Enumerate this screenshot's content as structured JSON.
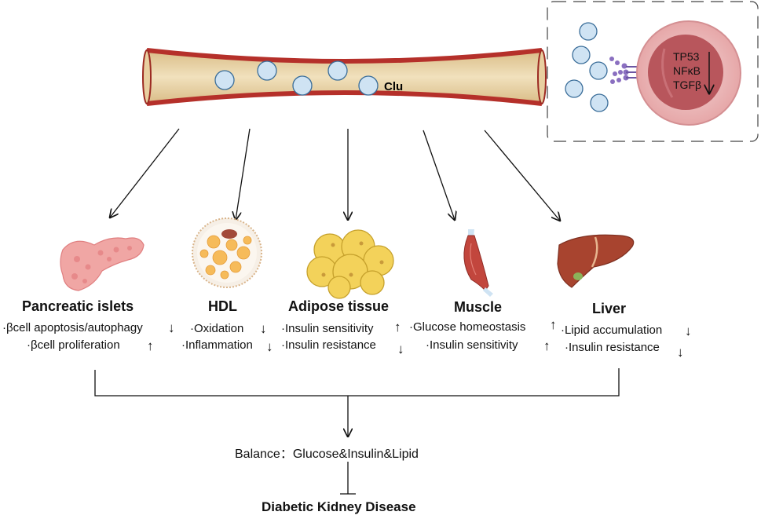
{
  "vessel": {
    "label": "Clu"
  },
  "inset": {
    "genes": [
      "TP53",
      "NFκB",
      "TGFβ"
    ]
  },
  "organs": [
    {
      "name": "Pancreatic islets",
      "effects": [
        {
          "text": "·βcell apoptosis/autophagy",
          "arrow": "↓"
        },
        {
          "text": "·βcell proliferation",
          "arrow": "↑"
        }
      ]
    },
    {
      "name": "HDL",
      "effects": [
        {
          "text": "·Oxidation",
          "arrow": "↓"
        },
        {
          "text": "·Inflammation",
          "arrow": "↓"
        }
      ]
    },
    {
      "name": "Adipose tissue",
      "effects": [
        {
          "text": "·Insulin sensitivity",
          "arrow": "↑"
        },
        {
          "text": "·Insulin resistance",
          "arrow": "↓"
        }
      ]
    },
    {
      "name": "Muscle",
      "effects": [
        {
          "text": "·Glucose homeostasis",
          "arrow": "↑"
        },
        {
          "text": "·Insulin sensitivity",
          "arrow": "↑"
        }
      ]
    },
    {
      "name": "Liver",
      "effects": [
        {
          "text": "·Lipid accumulation",
          "arrow": "↓"
        },
        {
          "text": "·Insulin resistance",
          "arrow": "↓"
        }
      ]
    }
  ],
  "balance": {
    "text": "Balance：Glucose&Insulin&Lipid"
  },
  "outcome": {
    "text": "Diabetic Kidney Disease"
  },
  "colors": {
    "vessel_outer": "#b5302a",
    "vessel_inner": "#e8d4a8",
    "molecule_fill": "#cfe3f3",
    "molecule_stroke": "#3a6d99",
    "cell_fill": "#d98b8e",
    "nucleus_fill": "#b8565c",
    "receptor": "#8a6fc0",
    "fat": "#f3d25a",
    "liver": "#a8442f",
    "muscle": "#c2463d"
  }
}
